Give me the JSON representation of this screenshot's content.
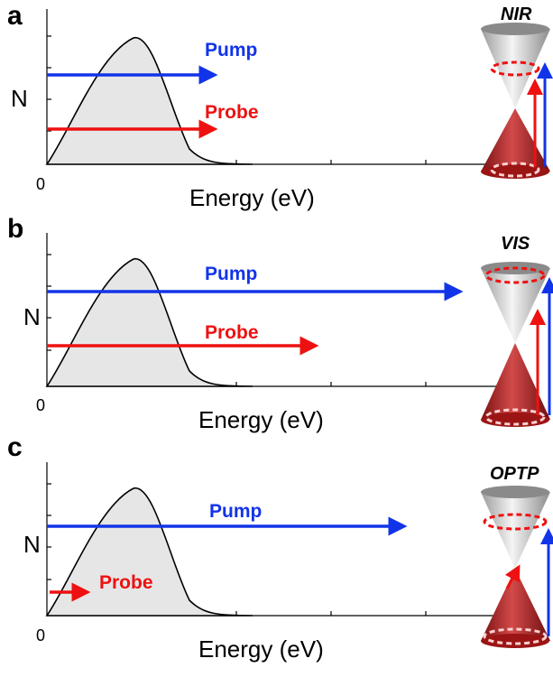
{
  "colors": {
    "pump": "#1234e8",
    "probe": "#ee1111",
    "distribution_fill": "#e6e6e6",
    "cone_upper": "#d9d9d9",
    "cone_lower": "#b52020"
  },
  "panels": [
    {
      "letter": "a",
      "regime": "NIR",
      "ylabel": "N",
      "xlabel": "Energy (eV)",
      "zero": "0",
      "pump_label": "Pump",
      "probe_label": "Probe"
    },
    {
      "letter": "b",
      "regime": "VIS",
      "ylabel": "N",
      "xlabel": "Energy (eV)",
      "zero": "0",
      "pump_label": "Pump",
      "probe_label": "Probe"
    },
    {
      "letter": "c",
      "regime": "OPTP",
      "ylabel": "N",
      "xlabel": "Energy (eV)",
      "zero": "0",
      "pump_label": "Pump",
      "probe_label": "Probe"
    }
  ]
}
